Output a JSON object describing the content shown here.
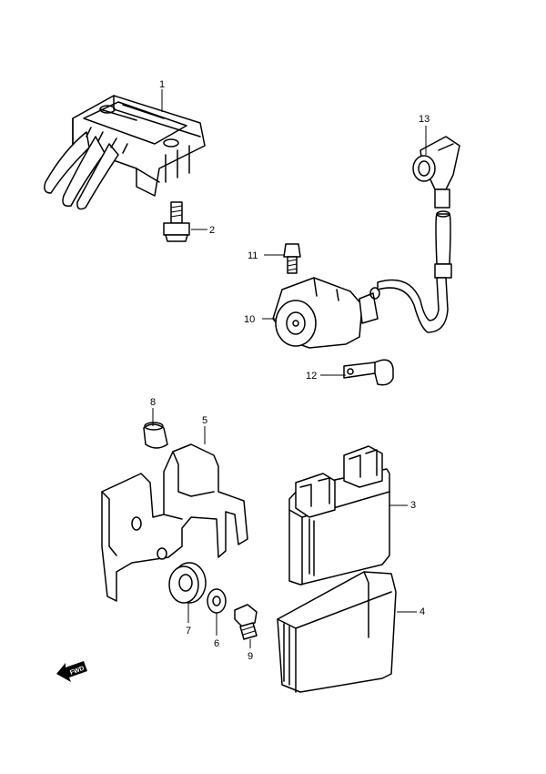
{
  "callouts": [
    "1",
    "2",
    "3",
    "4",
    "5",
    "6",
    "7",
    "8",
    "9",
    "10",
    "11",
    "12",
    "13"
  ],
  "forward_label": "FWD"
}
